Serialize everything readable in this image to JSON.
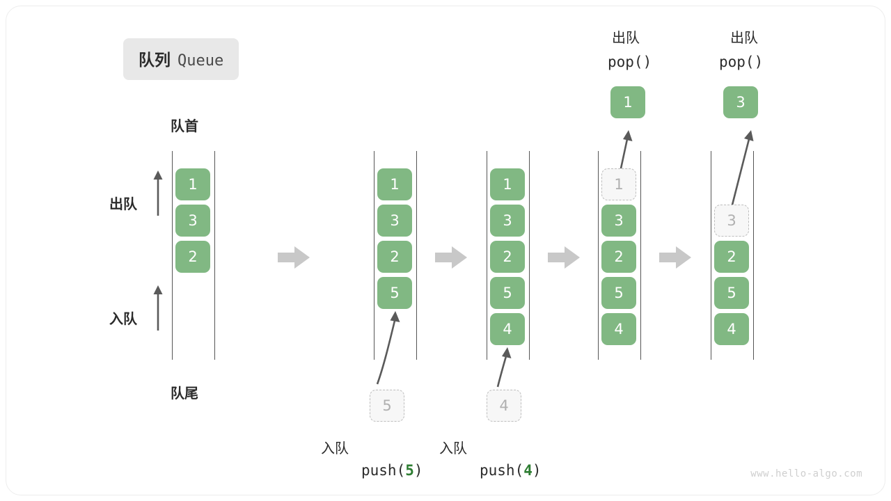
{
  "title": {
    "cn": "队列",
    "en": "Queue"
  },
  "labels": {
    "head": "队首",
    "tail": "队尾",
    "dequeue": "出队",
    "enqueue": "入队"
  },
  "side_arrows": [
    {
      "label": "出队",
      "name": "dequeue-direction-arrow"
    },
    {
      "label": "入队",
      "name": "enqueue-direction-arrow"
    }
  ],
  "columns": [
    {
      "id": "stage-1-initial",
      "cells": [
        {
          "value": "1",
          "state": "filled",
          "slot": 0
        },
        {
          "value": "3",
          "state": "filled",
          "slot": 1
        },
        {
          "value": "2",
          "state": "filled",
          "slot": 2
        }
      ],
      "caption_cn": "",
      "caption_code": "",
      "code_arg": "",
      "floating_cell": null,
      "top_label_cn": "",
      "top_label_code": ""
    },
    {
      "id": "stage-2-push-5",
      "cells": [
        {
          "value": "1",
          "state": "filled",
          "slot": 0
        },
        {
          "value": "3",
          "state": "filled",
          "slot": 1
        },
        {
          "value": "2",
          "state": "filled",
          "slot": 2
        },
        {
          "value": "5",
          "state": "filled",
          "slot": 3
        }
      ],
      "caption_cn": "入队",
      "caption_code_prefix": "push(",
      "code_arg": "5",
      "caption_code_suffix": ")",
      "floating_cell": {
        "value": "5",
        "state": "ghost"
      },
      "top_label_cn": "",
      "top_label_code": ""
    },
    {
      "id": "stage-3-push-4",
      "cells": [
        {
          "value": "1",
          "state": "filled",
          "slot": 0
        },
        {
          "value": "3",
          "state": "filled",
          "slot": 1
        },
        {
          "value": "2",
          "state": "filled",
          "slot": 2
        },
        {
          "value": "5",
          "state": "filled",
          "slot": 3
        },
        {
          "value": "4",
          "state": "filled",
          "slot": 4
        }
      ],
      "caption_cn": "入队",
      "caption_code_prefix": "push(",
      "code_arg": "4",
      "caption_code_suffix": ")",
      "floating_cell": {
        "value": "4",
        "state": "ghost"
      },
      "top_label_cn": "",
      "top_label_code": ""
    },
    {
      "id": "stage-4-pop-1",
      "cells": [
        {
          "value": "1",
          "state": "ghost",
          "slot": 0
        },
        {
          "value": "3",
          "state": "filled",
          "slot": 1
        },
        {
          "value": "2",
          "state": "filled",
          "slot": 2
        },
        {
          "value": "5",
          "state": "filled",
          "slot": 3
        },
        {
          "value": "4",
          "state": "filled",
          "slot": 4
        }
      ],
      "caption_cn": "",
      "caption_code": "",
      "floating_cell": {
        "value": "1",
        "state": "filled"
      },
      "top_label_cn": "出队",
      "top_label_code": "pop()"
    },
    {
      "id": "stage-5-pop-3",
      "cells": [
        {
          "value": "3",
          "state": "ghost",
          "slot": 1
        },
        {
          "value": "2",
          "state": "filled",
          "slot": 2
        },
        {
          "value": "5",
          "state": "filled",
          "slot": 3
        },
        {
          "value": "4",
          "state": "filled",
          "slot": 4
        }
      ],
      "caption_cn": "",
      "caption_code": "",
      "floating_cell": {
        "value": "3",
        "state": "filled"
      },
      "top_label_cn": "出队",
      "top_label_code": "pop()"
    }
  ],
  "watermark": "www.hello-algo.com",
  "colors": {
    "cell_fill": "#81b883",
    "cell_text": "#ffffff",
    "ghost_fill": "#f7f7f7",
    "ghost_border": "#bdbdbd",
    "ghost_text": "#b0b0b0",
    "rail": "#555555",
    "arrow": "#5a5a5a",
    "step_arrow": "#c8c8c8",
    "code_accent": "#2e7d32",
    "chip_bg": "#e8e8e8",
    "watermark": "#cfcfcf"
  }
}
